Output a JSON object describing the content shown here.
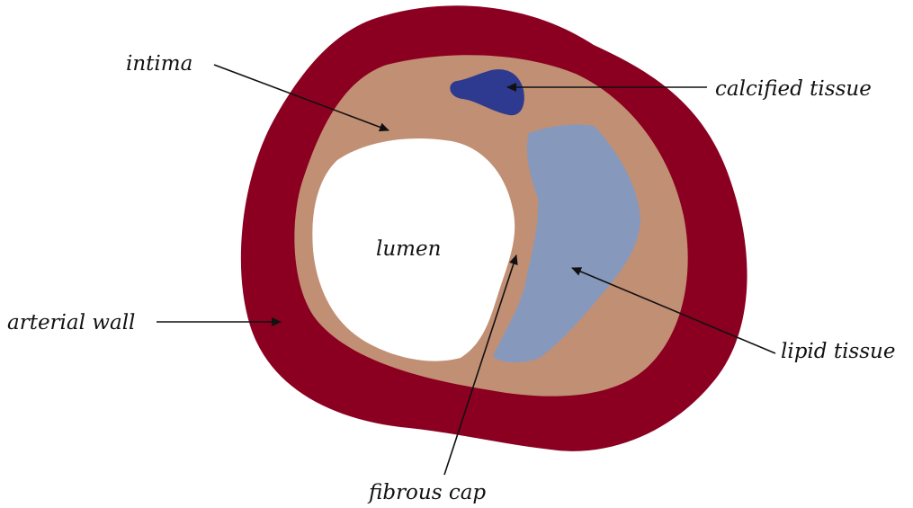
{
  "labels": {
    "intima": "intima",
    "calcified_tissue": "calcified tissue",
    "lumen": "lumen",
    "arterial_wall": "arterial wall",
    "lipid_tissue": "lipid tissue",
    "fibrous_cap": "fibrous cap"
  },
  "colors": {
    "arterial_wall": "#8b0020",
    "intima": "#c18f74",
    "lumen": "#ffffff",
    "lipid_tissue": "#8699bd",
    "calcified_tissue": "#2e3a8f"
  }
}
